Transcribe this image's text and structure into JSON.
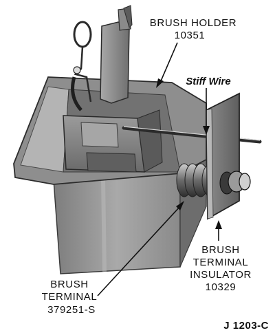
{
  "callouts": {
    "brush_holder": {
      "line1": "BRUSH HOLDER",
      "line2": "10351"
    },
    "stiff_wire": {
      "text": "Stiff Wire"
    },
    "brush_terminal": {
      "line1": "BRUSH",
      "line2": "TERMINAL",
      "line3": "379251-S"
    },
    "brush_terminal_insulator": {
      "line1": "BRUSH",
      "line2": "TERMINAL",
      "line3": "INSULATOR",
      "line4": "10329"
    }
  },
  "figure_number": "J 1203-C"
}
